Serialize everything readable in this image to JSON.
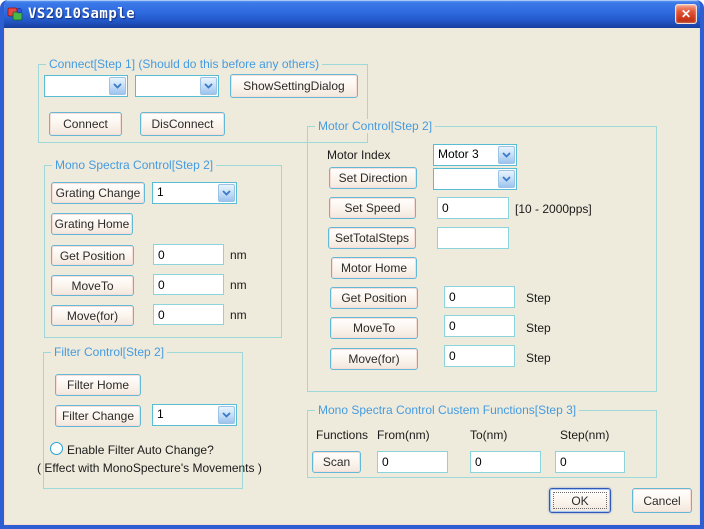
{
  "window": {
    "title": "VS2010Sample",
    "close_glyph": "✕"
  },
  "connect": {
    "label": "Connect[Step 1] (Should do this before any others)",
    "port_combo_value": "",
    "device_combo_value": "",
    "show_setting_dialog_button": "ShowSettingDialog",
    "connect_button": "Connect",
    "disconnect_button": "DisConnect"
  },
  "mono": {
    "label": "Mono Spectra Control[Step 2]",
    "grating_change_button": "Grating Change",
    "grating_combo_value": "1",
    "grating_home_button": "Grating Home",
    "rows": [
      {
        "button": "Get Position",
        "value": "0",
        "unit": "nm"
      },
      {
        "button": "MoveTo",
        "value": "0",
        "unit": "nm"
      },
      {
        "button": "Move(for)",
        "value": "0",
        "unit": "nm"
      }
    ]
  },
  "filter": {
    "label": "Filter Control[Step 2]",
    "filter_home_button": "Filter Home",
    "filter_change_button": "Filter Change",
    "filter_combo_value": "1",
    "auto_change_radio_label": "Enable Filter Auto Change?",
    "note": "( Effect with MonoSpecture's Movements )"
  },
  "motor": {
    "label": "Motor Control[Step 2]",
    "motor_index_label": "Motor Index",
    "motor_index_combo_value": "Motor 3",
    "set_direction_button": "Set Direction",
    "direction_combo_value": "",
    "set_speed_button": "Set Speed",
    "speed_value": "0",
    "speed_range_label": "[10 - 2000pps]",
    "set_total_steps_button": "SetTotalSteps",
    "total_steps_value": "",
    "motor_home_button": "Motor Home",
    "rows": [
      {
        "button": "Get Position",
        "value": "0",
        "unit": "Step"
      },
      {
        "button": "MoveTo",
        "value": "0",
        "unit": "Step"
      },
      {
        "button": "Move(for)",
        "value": "0",
        "unit": "Step"
      }
    ]
  },
  "custom": {
    "label": "Mono Spectra Control Custem Functions[Step 3]",
    "headers": {
      "functions": "Functions",
      "from": "From(nm)",
      "to": "To(nm)",
      "step": "Step(nm)"
    },
    "scan_button": "Scan",
    "from_value": "0",
    "to_value": "0",
    "step_value": "0"
  },
  "footer": {
    "ok_button": "OK",
    "cancel_button": "Cancel"
  },
  "colors": {
    "titlebar_blue": "#2E6ADF",
    "frame_blue": "#2E5FD2",
    "background": "#EFEBDC",
    "group_border": "#9ED8D8",
    "group_label_blue": "#459BE0",
    "button_border": "#62B8D6",
    "close_red": "#CF3A1C"
  }
}
